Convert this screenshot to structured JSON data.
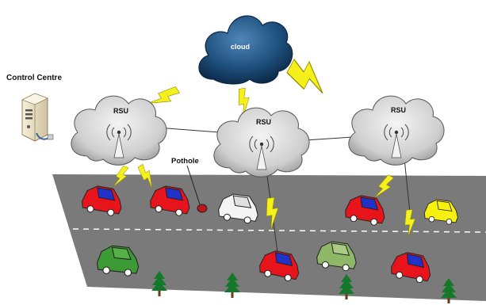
{
  "labels": {
    "control_centre": "Control Centre",
    "cloud": "cloud",
    "pothole": "Pothole",
    "rsu_left": "RSU",
    "rsu_middle": "RSU",
    "rsu_right": "RSU"
  },
  "colors": {
    "road": "#7a7a7a",
    "cloud_dark": "#1d4f7c",
    "rsu_cloud": "#d9d9d9",
    "lightning": "#f5ef1c",
    "car_red": "#e8141b",
    "car_blue": "#2032c8",
    "car_white": "#f4f4f4",
    "car_green_dark": "#3d9b35",
    "car_green_light": "#8fb768",
    "car_yellow": "#f6f20e",
    "tree": "#14782a",
    "pothole": "#c0151b"
  },
  "icons": {
    "server": "control-centre-server-icon",
    "cloud": "cloud-icon",
    "rsu": "rsu-tower-icon",
    "car": "car-icon",
    "tree": "tree-icon",
    "wireless_link": "lightning-link-icon"
  }
}
